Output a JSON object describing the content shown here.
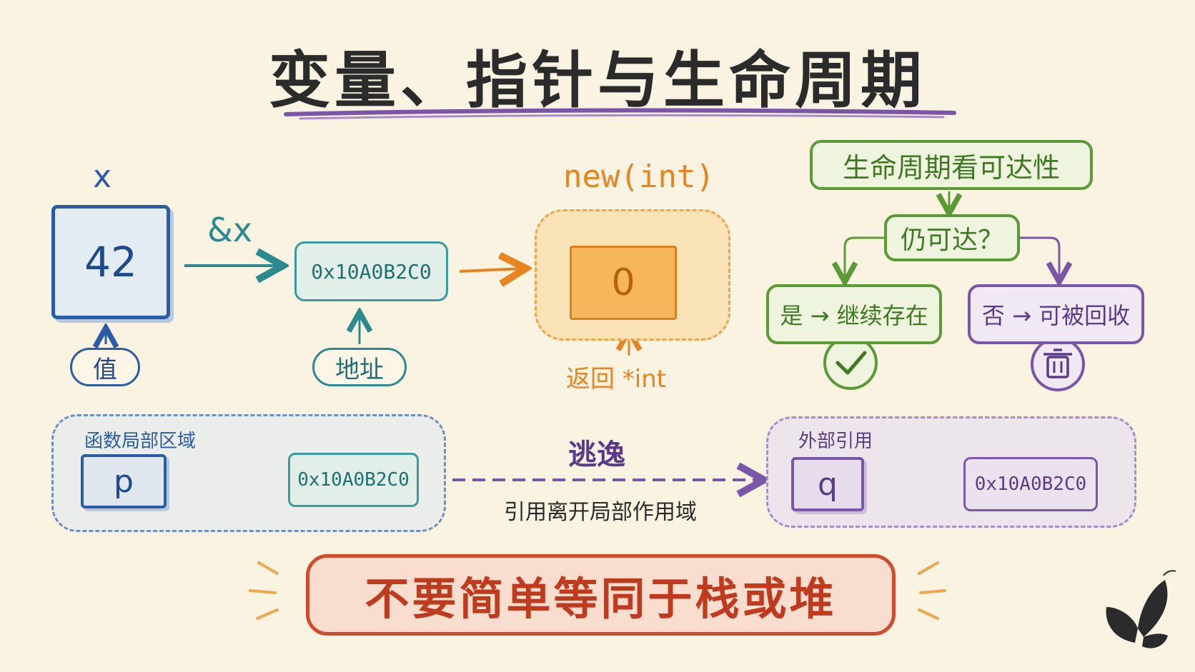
{
  "title": "变量、指针与生命周期",
  "variable": {
    "name": "x",
    "value": "42",
    "value_tag": "值"
  },
  "address_op": "&x",
  "address": {
    "value": "0x10A0B2C0",
    "tag": "地址"
  },
  "heap": {
    "alloc_label": "new(int)",
    "cell_value": "0",
    "return_label": "返回 *int"
  },
  "lifecycle": {
    "title": "生命周期看可达性",
    "question": "仍可达？",
    "yes": "是 → 继续存在",
    "no": "否 → 可被回收"
  },
  "escape": {
    "local_region": "函数局部区域",
    "pointer_name": "p",
    "local_address": "0x10A0B2C0",
    "label": "逃逸",
    "note": "引用离开局部作用域",
    "external_region": "外部引用",
    "ref_name": "q",
    "external_address": "0x10A0B2C0"
  },
  "conclusion": "不要简单等同于栈或堆",
  "colors": {
    "blue": "#2a5ca8",
    "teal": "#2a8a8e",
    "orange": "#e8831f",
    "green": "#5b9a36",
    "purple": "#7a55a8",
    "red": "#d14c2c"
  }
}
